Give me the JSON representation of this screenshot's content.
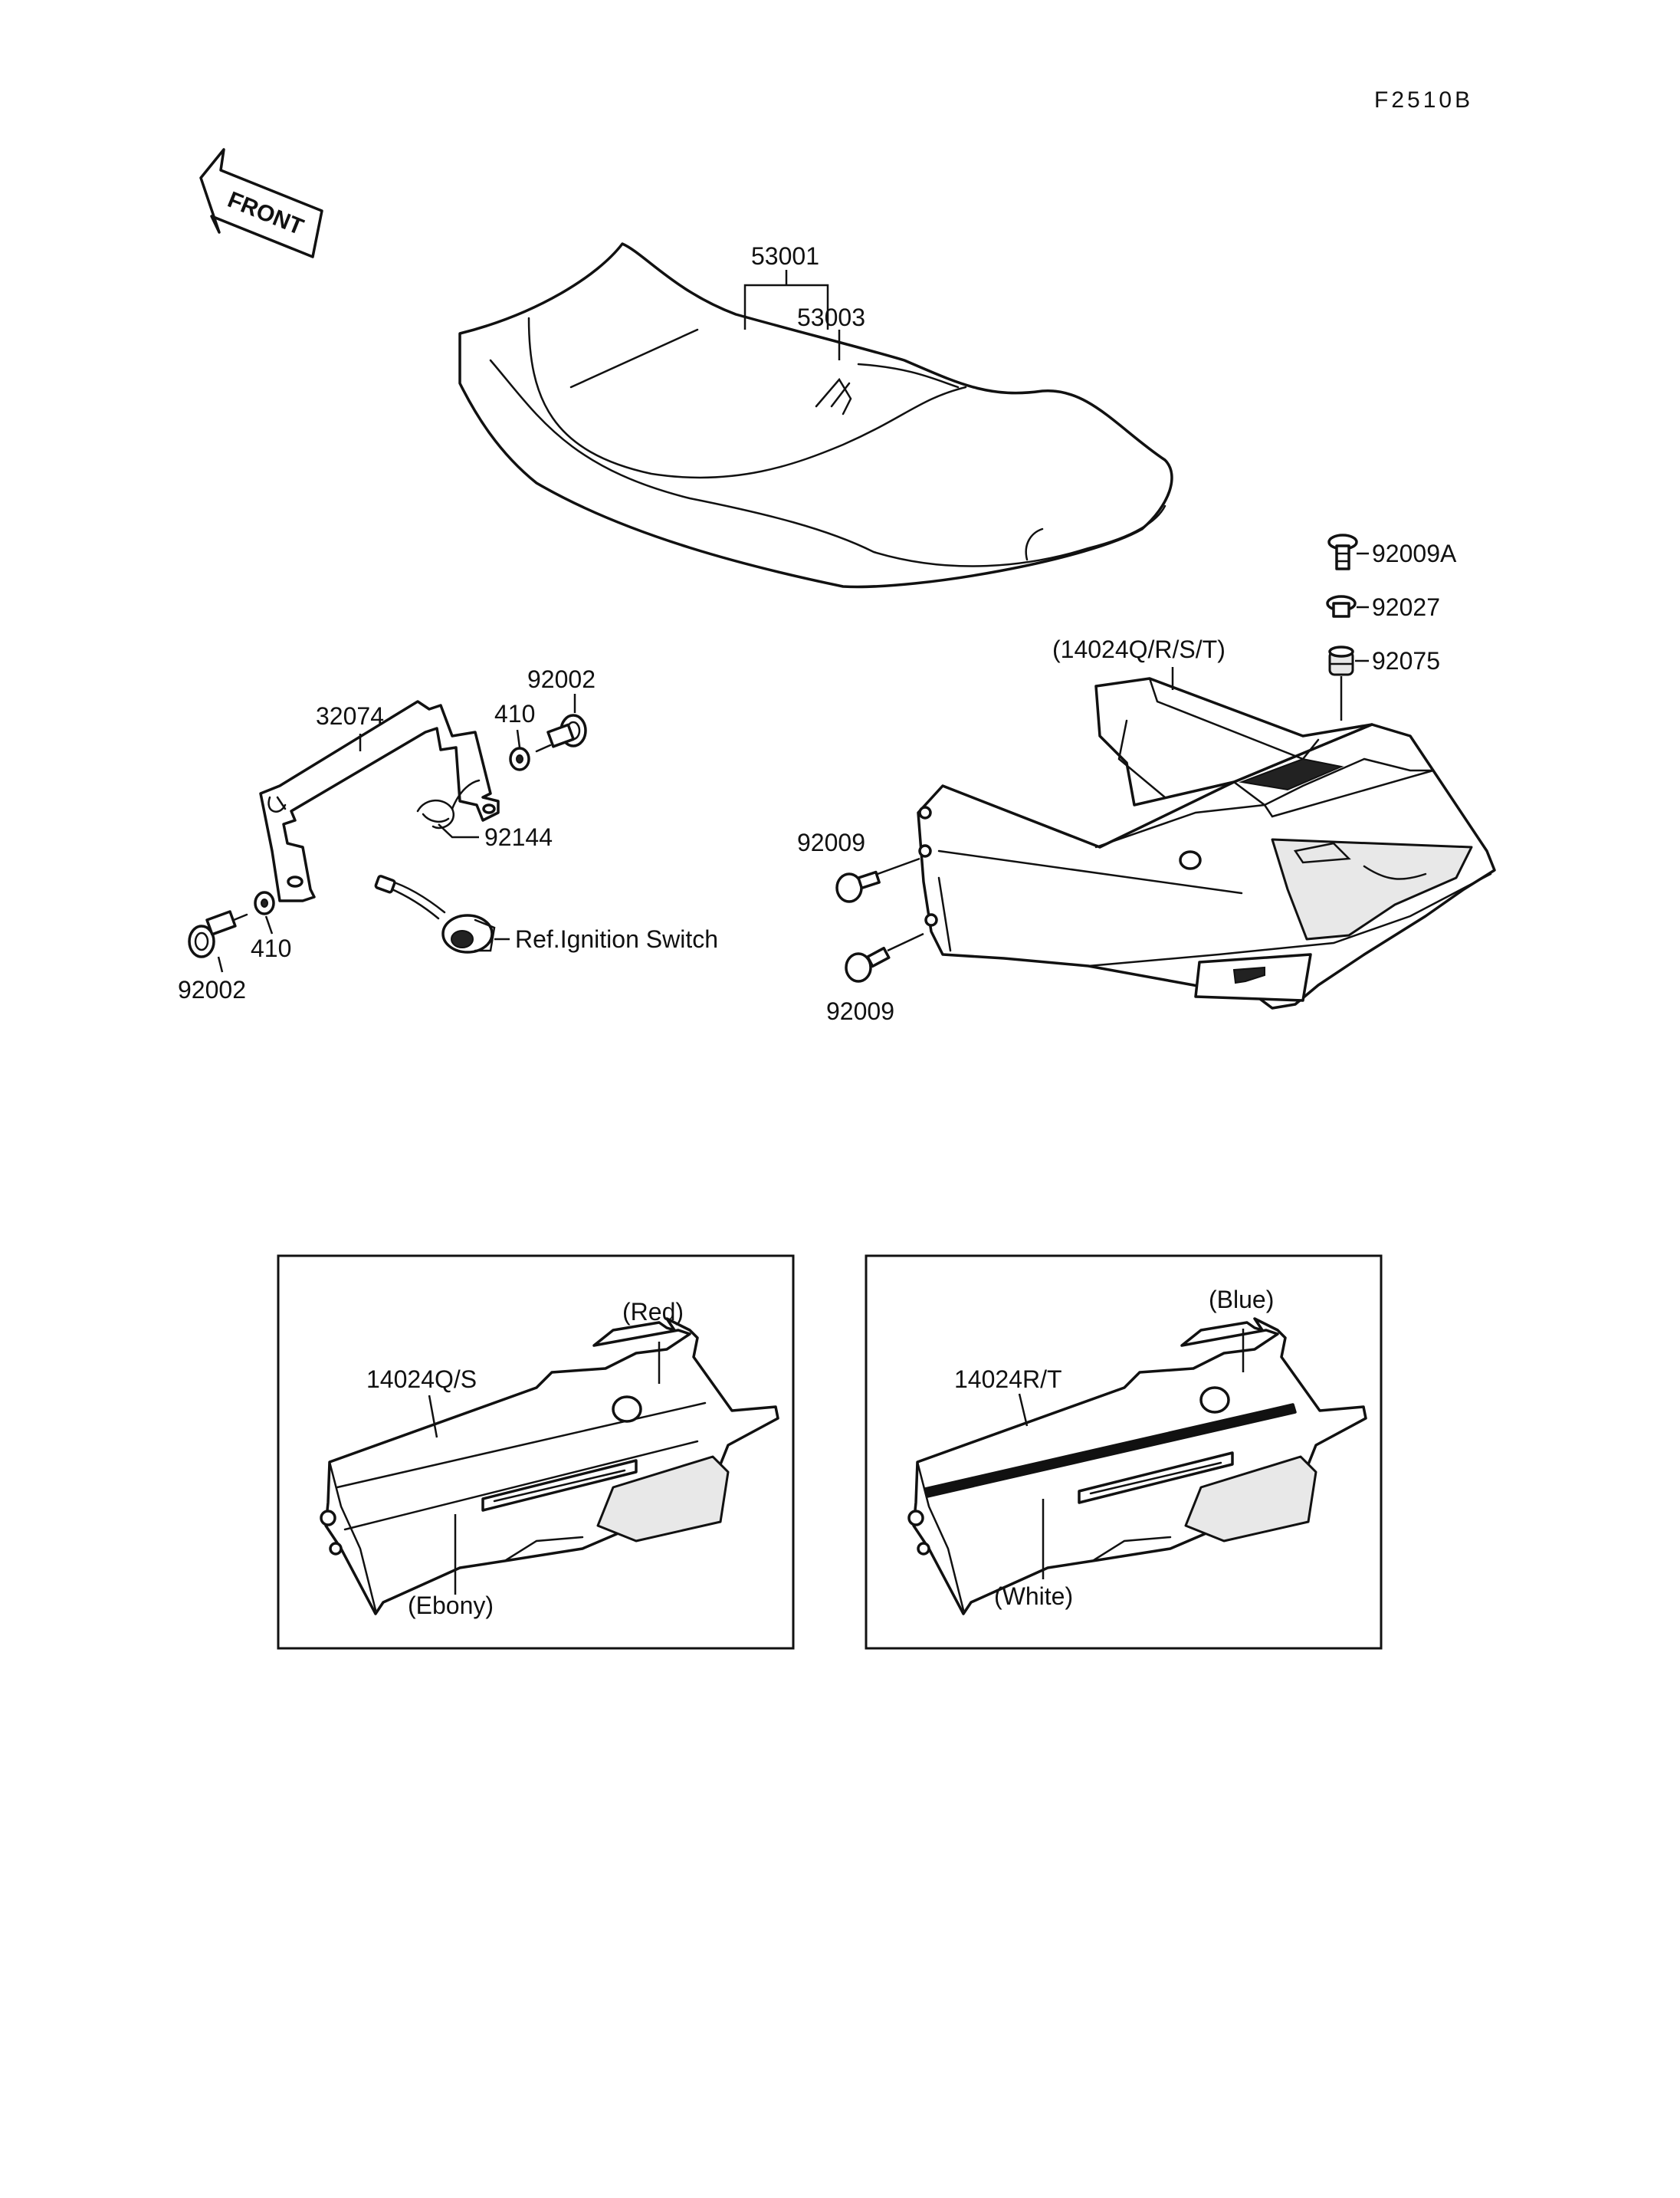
{
  "figure_code": "F2510B",
  "front_label": "FRONT",
  "labels": {
    "seat": "53001",
    "seat_strap": "53003",
    "bolt_top": "92009A",
    "collar": "92027",
    "damper": "92075",
    "cover_top": "(14024Q/R/S/T)",
    "bracket": "32074",
    "washer_upper": "410",
    "bolt_upper": "92002",
    "spring": "92144",
    "bolt_left_upper": "92009",
    "bolt_left_lower": "92009",
    "ignition_ref": "Ref.Ignition Switch",
    "washer_lower": "410",
    "bolt_lower": "92002"
  },
  "insets": [
    {
      "part": "14024Q/S",
      "top_color": "(Red)",
      "bottom_color": "(Ebony)"
    },
    {
      "part": "14024R/T",
      "top_color": "(Blue)",
      "bottom_color": "(White)"
    }
  ]
}
